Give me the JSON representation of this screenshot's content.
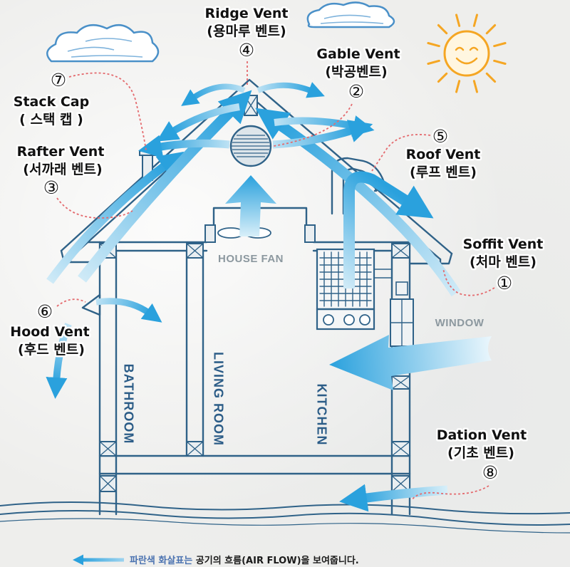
{
  "labels": {
    "ridge": {
      "title": "Ridge Vent",
      "korean": "(용마루 벤트)",
      "number": "④"
    },
    "gable": {
      "title": "Gable Vent",
      "korean": "(박공벤트)",
      "number": "②"
    },
    "stack": {
      "title": "Stack Cap",
      "korean": "( 스택 캡 )",
      "number": "⑦"
    },
    "rafter": {
      "title": "Rafter Vent",
      "korean": "(서까래 벤트)",
      "number": "③"
    },
    "roof": {
      "title": "Roof Vent",
      "korean": "(루프 벤트)",
      "number": "⑤"
    },
    "soffit": {
      "title": "Soffit Vent",
      "korean": "(처마 벤트)",
      "number": "①"
    },
    "hood": {
      "title": "Hood Vent",
      "korean": "(후드 벤트)",
      "number": "⑥"
    },
    "dation": {
      "title": "Dation Vent",
      "korean": "(기초 벤트)",
      "number": "⑧"
    }
  },
  "rooms": {
    "bathroom": "BATHROOM",
    "living_room": "LIVING ROOM",
    "kitchen": "KITCHEN"
  },
  "fixtures": {
    "house_fan": "HOUSE FAN",
    "window": "WINDOW"
  },
  "legend": {
    "highlight": "파란색 화살표는",
    "text": " 공기의 흐름(AIR FLOW)을 보여줍니다."
  },
  "colors": {
    "airflow": "#2aa1dd",
    "structure": "#2f6288",
    "leader_line": "#e46a6e",
    "sun": "#f5a623",
    "cloud": "#4a90c8"
  }
}
